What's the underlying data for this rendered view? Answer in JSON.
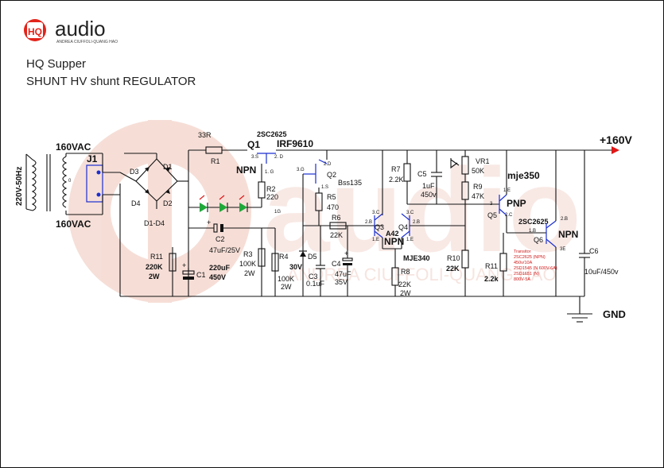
{
  "logo": {
    "mark": "HQ",
    "word": "audio",
    "tagline": "ANDREA CIUFFOLI-QUANG HAO"
  },
  "title": {
    "line1": "HQ Supper",
    "line2": "SHUNT HV shunt REGULATOR"
  },
  "watermark": {
    "word": "audio",
    "tagline": "ANDREA CIUFFOLI-QUANG HAO"
  },
  "transformer": {
    "primary": "220V-50Hz",
    "secondary_top": "160VAC",
    "secondary_bottom": "160VAC",
    "connector": "J1",
    "pin": "0"
  },
  "bridge": {
    "d1": "D1",
    "d2": "D2",
    "d3": "D3",
    "d4": "D4",
    "label": "D1-D4"
  },
  "components": {
    "r1_name": "R1",
    "r1_value": "33R",
    "q1_type": "2SC2625",
    "q1_name": "Q1",
    "q1_kind": "NPN",
    "q1_mosfet": "IRF9610",
    "q1_pin_s": "3.S",
    "q1_pin_d": "2. D",
    "q1_pin_g": "1. G",
    "r2_name": "R2",
    "r2_value": "220",
    "q2_name": "Q2",
    "q2_type": "Bss135",
    "q2_pin_g": "3.G",
    "q2_pin_d": "2.D",
    "q2_pin_s": "1.S",
    "r5_name": "R5",
    "r5_value": "470",
    "r6_name": "R6",
    "r6_value": "22K",
    "r7_name": "R7",
    "r7_value": "2.2K",
    "c5_name": "C5",
    "c5_value": "1uF",
    "c5_voltage": "450v",
    "vr1_name": "VR1",
    "vr1_value": "50K",
    "r9_name": "R9",
    "r9_value": "47K",
    "q5_model": "mje350",
    "q5_pin_e": "1.E",
    "q5_kind": "PNP",
    "q5_name": "Q5",
    "q5_pin_b": "3",
    "q5_pin_c": "2.C",
    "q3_name": "Q3",
    "q4_name": "Q4",
    "q34_model": "A42",
    "q34_kind": "NPN",
    "q3_pin_b": "2.B",
    "q3_pin_c": "3.C",
    "q3_pin_e": "1.E",
    "q4_pin_b": "2.B",
    "q4_pin_c": "3.C",
    "q4_pin_e": "1.E",
    "q6_type": "2SC2625",
    "q6_pin_b": "1.B",
    "q6_pin_c": "2.B",
    "q6_pin_e": "3E",
    "q6_name": "Q6",
    "q6_kind": "NPN",
    "mje340": "MJE340",
    "r8_name": "R8",
    "r8_value": "22K",
    "r8_power": "2W",
    "r10_name": "R10",
    "r10_value": "22K",
    "r11b_name": "R11",
    "r11b_value": "2.2k",
    "c6_name": "C6",
    "c6_value": "10uF/450v",
    "r11_name": "R11",
    "r11_value": "220K",
    "r11_power": "2W",
    "c1_name": "C1",
    "c1_value": "220uF",
    "c1_voltage": "450V",
    "c2_name": "C2",
    "c2_value": "47uF/25V",
    "r3_name": "R3",
    "r3_value": "100K",
    "r3_power": "2W",
    "r4_name": "R4",
    "r4_value": "100K",
    "r4_power": "2W",
    "d5_name": "D5",
    "d5_value": "30V",
    "c3_name": "C3",
    "c3_value": "0.1uF",
    "c4_name": "C4",
    "c4_value": "47uF",
    "c4_voltage": "35V",
    "led_note": "1G"
  },
  "note_lines": [
    "Transitor",
    "2SC2625 (NPN)",
    "450v/10A",
    "2SD1545 (N 600V-6A)",
    "2SD1651 (N)",
    "800V-5A"
  ],
  "output": {
    "voltage": "+160V",
    "ground": "GND"
  },
  "colors": {
    "wire": "#111111",
    "pin": "#1b2fd0",
    "led": "#1fa83a",
    "arrow": "#e01818",
    "logo_red": "#e2241b",
    "watermark": "#f2d0c8"
  }
}
